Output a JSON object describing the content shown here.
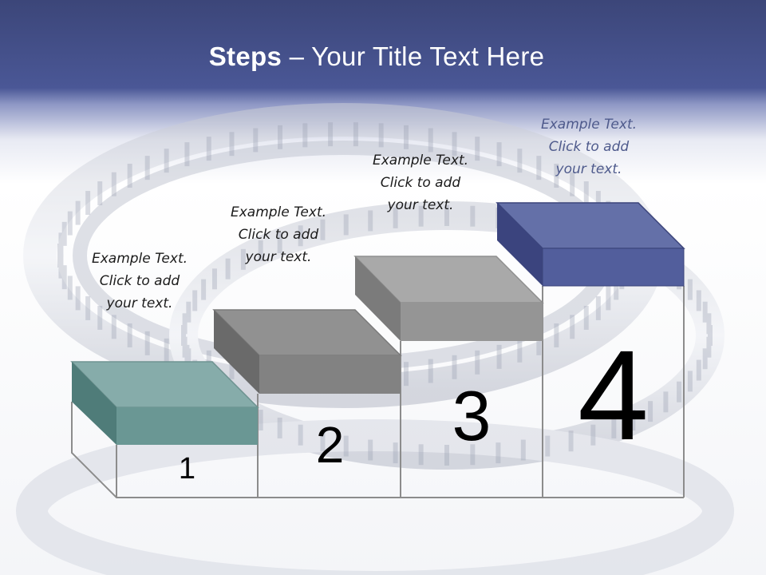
{
  "title": {
    "bold": "Steps",
    "rest": " – Your Title Text Here"
  },
  "steps": [
    {
      "number": "1",
      "label": [
        "Example Text.",
        "Click  to add",
        "your text."
      ],
      "color": "#6f9e9b"
    },
    {
      "number": "2",
      "label": [
        "Example Text.",
        "Click  to add",
        "your text."
      ],
      "color": "#8a8a8a"
    },
    {
      "number": "3",
      "label": [
        "Example Text.",
        "Click  to add",
        "your text."
      ],
      "color": "#9c9c9c"
    },
    {
      "number": "4",
      "label": [
        "Example Text.",
        "Click  to add",
        "your text."
      ],
      "color": "#56619e"
    }
  ]
}
